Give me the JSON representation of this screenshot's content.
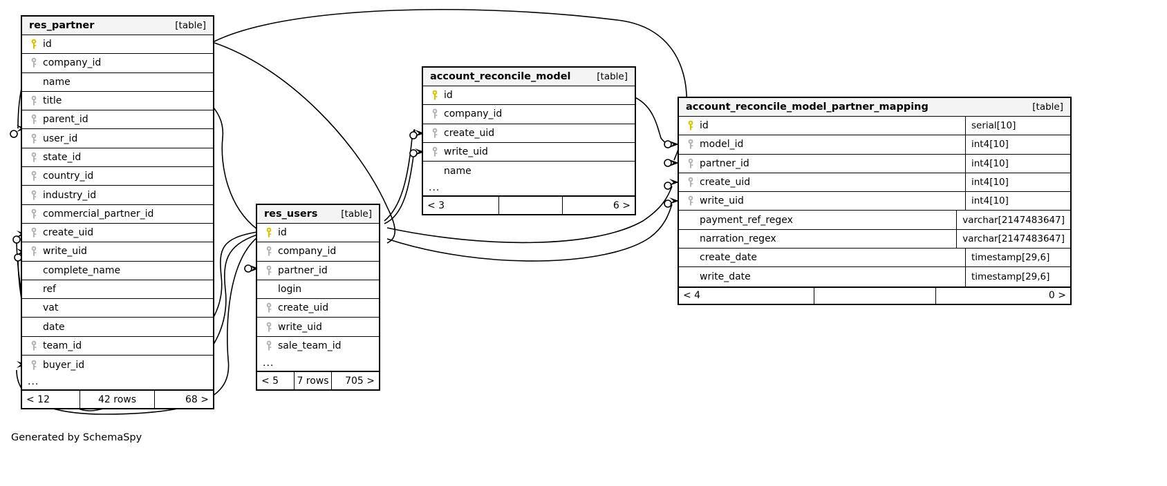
{
  "diagram": {
    "caption": "Generated by SchemaSpy",
    "table_tag": "[table]",
    "ellipsis": "...",
    "colors": {
      "primary_key": "#d6c600",
      "foreign_key": "#b5b5b5",
      "header_bg": "#f4f4f4",
      "border": "#000000",
      "background": "#ffffff"
    }
  },
  "tables": [
    {
      "id": "res_partner",
      "name": "res_partner",
      "tag": "[table]",
      "columns": [
        {
          "name": "id",
          "key": "primary"
        },
        {
          "name": "company_id",
          "key": "foreign"
        },
        {
          "name": "name",
          "key": "none"
        },
        {
          "name": "title",
          "key": "foreign"
        },
        {
          "name": "parent_id",
          "key": "foreign"
        },
        {
          "name": "user_id",
          "key": "foreign"
        },
        {
          "name": "state_id",
          "key": "foreign"
        },
        {
          "name": "country_id",
          "key": "foreign"
        },
        {
          "name": "industry_id",
          "key": "foreign"
        },
        {
          "name": "commercial_partner_id",
          "key": "foreign"
        },
        {
          "name": "create_uid",
          "key": "foreign"
        },
        {
          "name": "write_uid",
          "key": "foreign"
        },
        {
          "name": "complete_name",
          "key": "none"
        },
        {
          "name": "ref",
          "key": "none"
        },
        {
          "name": "vat",
          "key": "none"
        },
        {
          "name": "date",
          "key": "none"
        },
        {
          "name": "team_id",
          "key": "foreign"
        },
        {
          "name": "buyer_id",
          "key": "foreign"
        }
      ],
      "has_ellipsis": true,
      "footer": {
        "left": "< 12",
        "center": "42 rows",
        "right": "68 >"
      }
    },
    {
      "id": "res_users",
      "name": "res_users",
      "tag": "[table]",
      "columns": [
        {
          "name": "id",
          "key": "primary"
        },
        {
          "name": "company_id",
          "key": "foreign"
        },
        {
          "name": "partner_id",
          "key": "foreign"
        },
        {
          "name": "login",
          "key": "none"
        },
        {
          "name": "create_uid",
          "key": "foreign"
        },
        {
          "name": "write_uid",
          "key": "foreign"
        },
        {
          "name": "sale_team_id",
          "key": "foreign"
        }
      ],
      "has_ellipsis": true,
      "footer": {
        "left": "< 5",
        "center": "7 rows",
        "right": "705 >"
      }
    },
    {
      "id": "account_reconcile_model",
      "name": "account_reconcile_model",
      "tag": "[table]",
      "columns": [
        {
          "name": "id",
          "key": "primary"
        },
        {
          "name": "company_id",
          "key": "foreign"
        },
        {
          "name": "create_uid",
          "key": "foreign"
        },
        {
          "name": "write_uid",
          "key": "foreign"
        },
        {
          "name": "name",
          "key": "none"
        }
      ],
      "has_ellipsis": true,
      "footer": {
        "left": "< 3",
        "center": "",
        "right": "6 >"
      }
    },
    {
      "id": "account_reconcile_model_partner_mapping",
      "name": "account_reconcile_model_partner_mapping",
      "tag": "[table]",
      "columns": [
        {
          "name": "id",
          "key": "primary",
          "type": "serial[10]"
        },
        {
          "name": "model_id",
          "key": "foreign",
          "type": "int4[10]"
        },
        {
          "name": "partner_id",
          "key": "foreign",
          "type": "int4[10]"
        },
        {
          "name": "create_uid",
          "key": "foreign",
          "type": "int4[10]"
        },
        {
          "name": "write_uid",
          "key": "foreign",
          "type": "int4[10]"
        },
        {
          "name": "payment_ref_regex",
          "key": "none",
          "type": "varchar[2147483647]"
        },
        {
          "name": "narration_regex",
          "key": "none",
          "type": "varchar[2147483647]"
        },
        {
          "name": "create_date",
          "key": "none",
          "type": "timestamp[29,6]"
        },
        {
          "name": "write_date",
          "key": "none",
          "type": "timestamp[29,6]"
        }
      ],
      "has_ellipsis": false,
      "footer": {
        "left": "< 4",
        "center": "",
        "right": "0 >"
      }
    }
  ]
}
